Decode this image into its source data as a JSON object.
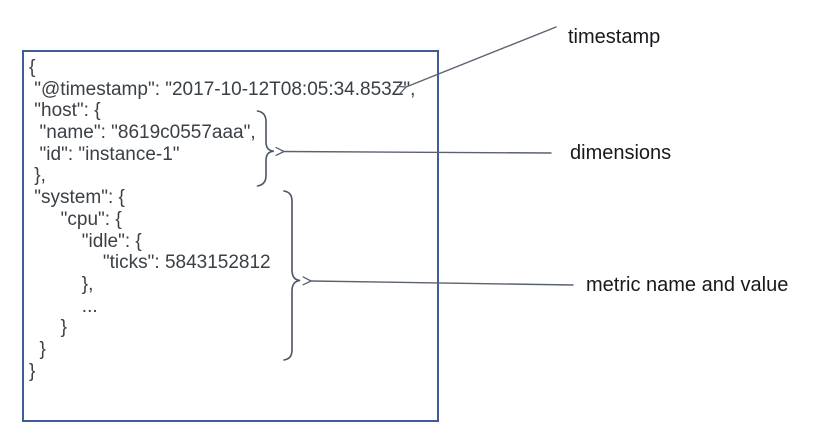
{
  "diagram_title": "annotated metric document diagram",
  "colors": {
    "box_border": "#3f5c99",
    "code_text": "#3b4046",
    "label_text": "#17191c",
    "annotation_line": "#5a6270",
    "brace": "#4c5564",
    "background": "#ffffff"
  },
  "code_block": {
    "language": "json",
    "lines": [
      "{",
      " \"@timestamp\": \"2017-10-12T08:05:34.853Z\",",
      " \"host\": {",
      "  \"name\": \"8619c0557aaa\",",
      "  \"id\": \"instance-1\"",
      " },",
      " \"system\": {",
      "      \"cpu\": {",
      "          \"idle\": {",
      "              \"ticks\": 5843152812",
      "          },",
      "          ...",
      "      }",
      "  }",
      "}"
    ]
  },
  "annotations": [
    {
      "label": "timestamp",
      "target": "@timestamp field"
    },
    {
      "label": "dimensions",
      "target": "host object"
    },
    {
      "label": "metric name and value",
      "target": "system object"
    }
  ]
}
